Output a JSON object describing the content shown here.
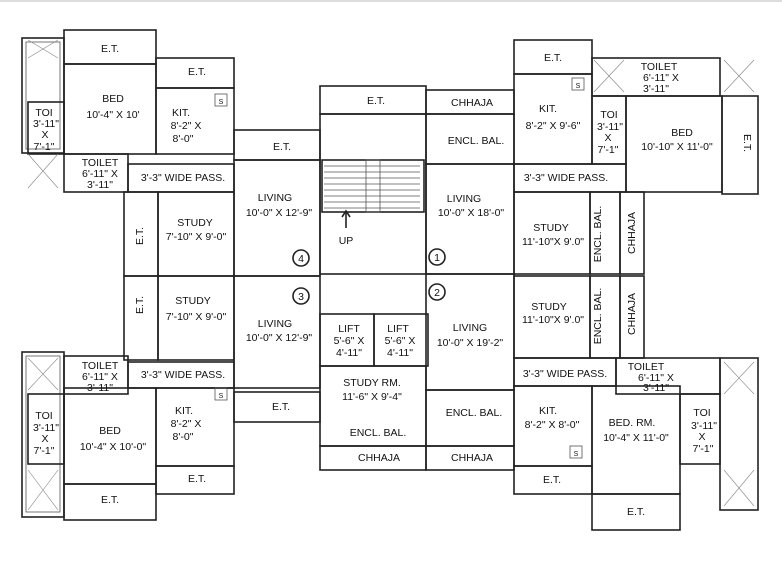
{
  "labels": {
    "et_nw": "E.T.",
    "et_nw2": "E.T.",
    "et_nw3": "E.T.",
    "bed_nw": "BED",
    "bed_nw_dim": "10'-4\" X 10'",
    "kit_nw": "KIT.",
    "kit_nw_d1": "8'-2\" X",
    "kit_nw_d2": "8'-0\"",
    "toi_nw": "TOI",
    "toi_nw_d1": "3'-11\"",
    "toi_nw_d2": "X",
    "toi_nw_d3": "7'-1\"",
    "toilet_nw": "TOILET",
    "toilet_nw_d1": "6'-11\" X",
    "toilet_nw_d2": "3'-11\"",
    "pass_nw": "3'-3\" WIDE PASS.",
    "living4": "LIVING",
    "living4_dim": "10'-0\" X 12'-9\"",
    "study_nw": "STUDY",
    "study_nw_dim": "7'-10\" X 9'-0\"",
    "et_study_nw": "E.T.",
    "study_w": "STUDY",
    "study_w_dim": "7'-10\" X 9'-0\"",
    "et_study_w": "E.T.",
    "living3": "LIVING",
    "living3_dim": "10'-0\" X 12'-9\"",
    "toilet_sw": "TOILET",
    "toilet_sw_d1": "6'-11\" X",
    "toilet_sw_d2": "3'-11\"",
    "pass_sw": "3'-3\" WIDE PASS.",
    "toi_sw": "TOI",
    "toi_sw_d1": "3'-11\"",
    "toi_sw_d2": "X",
    "toi_sw_d3": "7'-1\"",
    "bed_sw": "BED",
    "bed_sw_dim": "10'-4\" X 10'-0\"",
    "kit_sw": "KIT.",
    "kit_sw_d1": "8'-2\" X",
    "kit_sw_d2": "8'-0\"",
    "et_sw": "E.T.",
    "et_sw2": "E.T.",
    "et_sw3": "E.T.",
    "et_stair": "E.T.",
    "up": "UP",
    "lift1": "LIFT",
    "lift1_dim1": "5'-6\" X",
    "lift1_dim2": "4'-11\"",
    "lift2": "LIFT",
    "lift2_dim1": "5'-6\" X",
    "lift2_dim2": "4'-11\"",
    "study_rm": "STUDY RM.",
    "study_rm_dim": "11'-6\" X 9'-4\"",
    "encl_bal_c": "ENCL. BAL.",
    "chhaja_bl": "CHHAJA",
    "chhaja_br": "CHHAJA",
    "chhaja_top": "CHHAJA",
    "encl_bal_ne": "ENCL. BAL.",
    "living1": "LIVING",
    "living1_dim": "10'-0\" X 18'-0\"",
    "living2": "LIVING",
    "living2_dim": "10'-0\" X 19'-2\"",
    "encl_bal_se": "ENCL. BAL.",
    "et_ne": "E.T.",
    "kit_ne": "KIT.",
    "kit_ne_dim": "8'-2\" X 9'-6\"",
    "toilet_ne": "TOILET",
    "toilet_ne_d1": "6'-11\" X",
    "toilet_ne_d2": "3'-11\"",
    "toi_ne": "TOI",
    "toi_ne_d1": "3'-11\"",
    "toi_ne_d2": "X",
    "toi_ne_d3": "7'-1\"",
    "bed_ne": "BED",
    "bed_ne_dim": "10'-10\" X 11'-0\"",
    "et_ne_side": "E.T.",
    "pass_ne": "3'-3\" WIDE PASS.",
    "study_ne": "STUDY",
    "study_ne_dim": "11'-10\"X 9'.0\"",
    "encl_bal_e1": "ENCL. BAL.",
    "chhaja_e1": "CHHAJA",
    "study_e": "STUDY",
    "study_e_dim": "11'-10\"X 9'.0\"",
    "encl_bal_e2": "ENCL. BAL.",
    "chhaja_e2": "CHHAJA",
    "pass_se": "3'-3\" WIDE PASS.",
    "toilet_se": "TOILET",
    "toilet_se_d1": "6'-11\" X",
    "toilet_se_d2": "3'-11\"",
    "kit_se": "KIT.",
    "kit_se_dim": "8'-2\" X 8'-0\"",
    "bed_se": "BED. RM.",
    "bed_se_dim": "10'-4\" X 11'-0\"",
    "toi_se": "TOI",
    "toi_se_d1": "3'-11\"",
    "toi_se_d2": "X",
    "toi_se_d3": "7'-1\"",
    "et_se": "E.T.",
    "et_se2": "E.T.",
    "s": "S"
  },
  "flat_numbers": [
    "1",
    "2",
    "3",
    "4"
  ]
}
